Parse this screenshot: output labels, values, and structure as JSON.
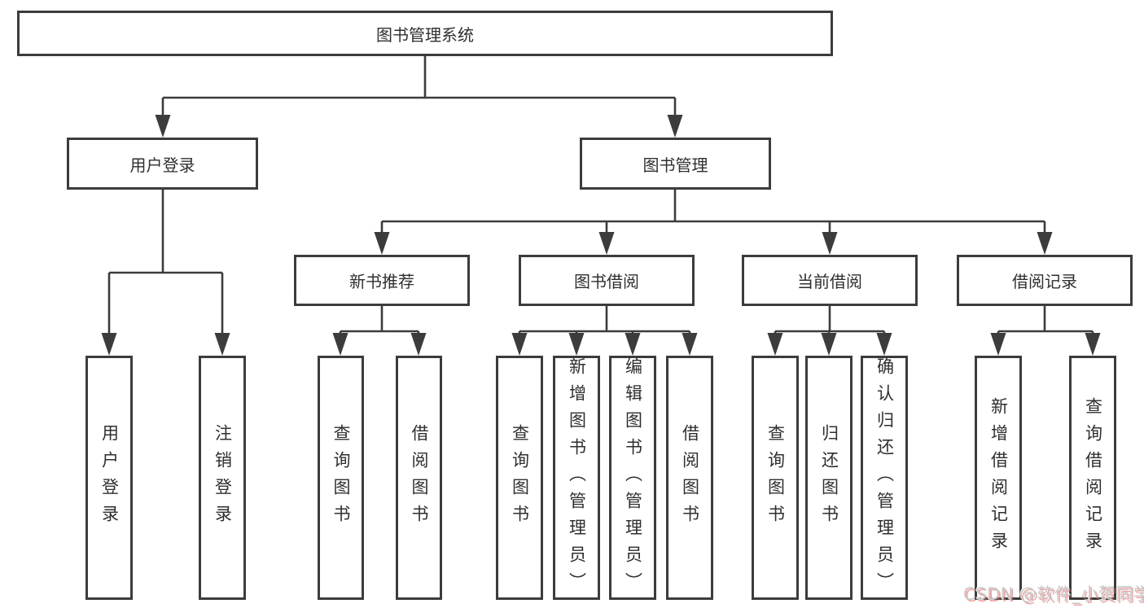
{
  "diagram": {
    "type": "hierarchy-tree",
    "colors": {
      "line": "#3c3c3c",
      "box_border": "#3c3c3c",
      "text": "#2f2f2f",
      "background": "#ffffff",
      "watermark_gray": "#c9c9c9",
      "watermark_red": "#e05d5d"
    },
    "tree": {
      "label": "图书管理系统",
      "children": [
        {
          "label": "用户登录",
          "children": [
            {
              "label": "用户登录"
            },
            {
              "label": "注销登录"
            }
          ]
        },
        {
          "label": "图书管理",
          "children": [
            {
              "label": "新书推荐",
              "children": [
                {
                  "label": "查询图书"
                },
                {
                  "label": "借阅图书"
                }
              ]
            },
            {
              "label": "图书借阅",
              "children": [
                {
                  "label": "查询图书"
                },
                {
                  "label": "新增图书（管理员）"
                },
                {
                  "label": "编辑图书（管理员）"
                },
                {
                  "label": "借阅图书"
                }
              ]
            },
            {
              "label": "当前借阅",
              "children": [
                {
                  "label": "查询图书"
                },
                {
                  "label": "归还图书"
                },
                {
                  "label": "确认归还（管理员）"
                }
              ]
            },
            {
              "label": "借阅记录",
              "children": [
                {
                  "label": "新增借阅记录"
                },
                {
                  "label": "查询借阅记录"
                }
              ]
            }
          ]
        }
      ]
    },
    "watermark": "CSDN @软件_小贺同学"
  }
}
